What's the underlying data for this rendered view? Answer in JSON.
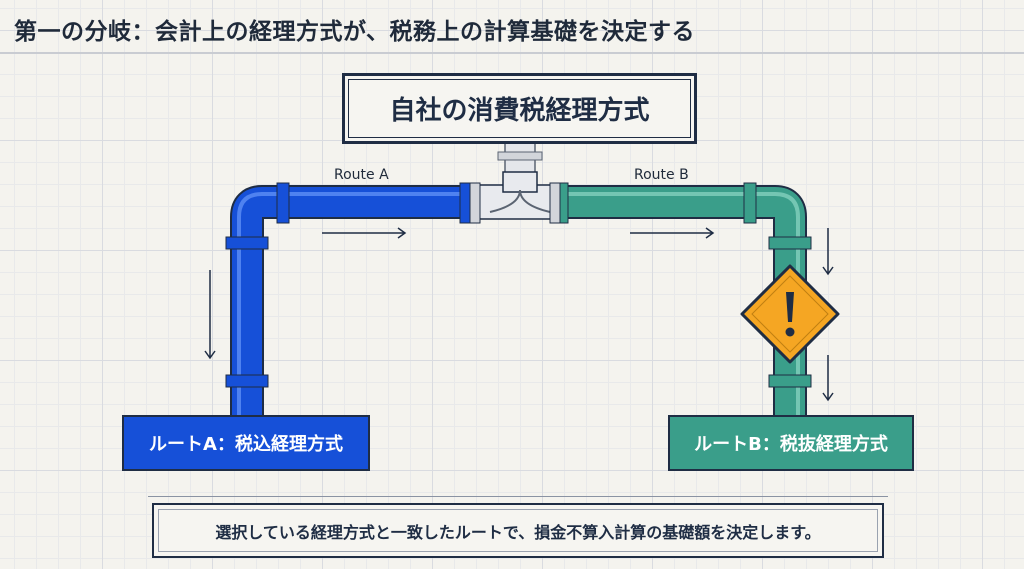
{
  "title": "第一の分岐：会計上の経理方式が、税務上の計算基礎を決定する",
  "top_box": "自社の消費税経理方式",
  "routes": {
    "a": {
      "label": "Route A",
      "box": "ルートA：税込経理方式",
      "color": "#1650d8"
    },
    "b": {
      "label": "Route B",
      "box": "ルートB：税抜経理方式",
      "color": "#3a9e8a"
    }
  },
  "warning_icon": "warning-diamond-icon",
  "note": "選択している経理方式と一致したルートで、損金不算入計算の基礎額を決定します。"
}
